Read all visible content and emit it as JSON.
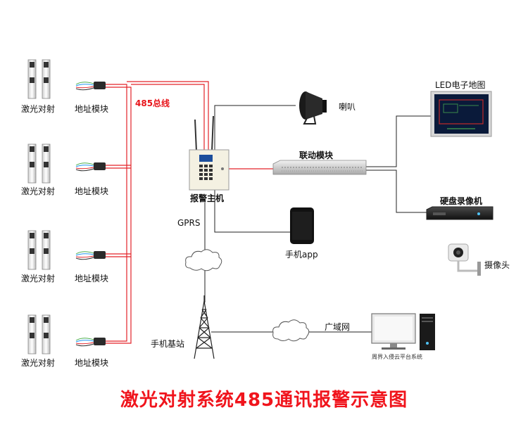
{
  "labels": {
    "laser_pair": "激光对射",
    "address_module": "地址模块",
    "bus_485": "485总线",
    "alarm_host": "报警主机",
    "speaker": "喇叭",
    "linkage_module": "联动模块",
    "led_map": "LED电子地图",
    "dvr": "硬盘录像机",
    "camera": "摄像头",
    "gprs": "GPRS",
    "phone_app": "手机app",
    "base_station": "手机基站",
    "wan": "广域网",
    "platform": "周界入侵云平台系统"
  },
  "title": "激光对射系统485通讯报警示意图",
  "colors": {
    "red_line": "#e32329",
    "black_line": "#222222",
    "title": "#f0141c"
  }
}
